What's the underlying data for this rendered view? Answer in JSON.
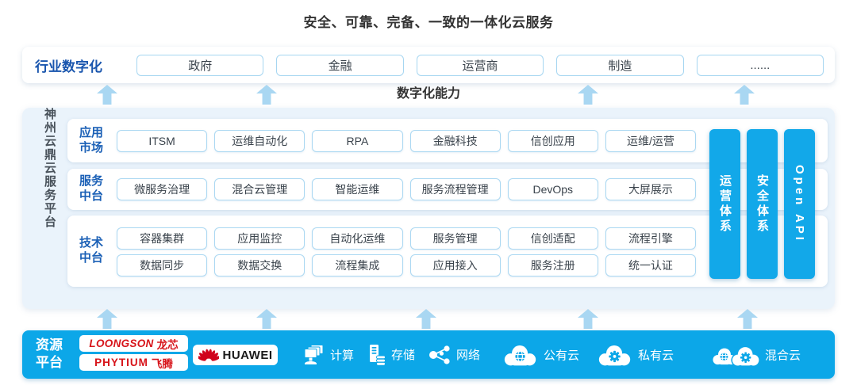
{
  "title": "安全、可靠、完备、一致的一体化云服务",
  "industry_row": {
    "label": "行业数字化",
    "items": [
      "政府",
      "金融",
      "运营商",
      "制造",
      "......"
    ]
  },
  "digital_capability_label": "数字化能力",
  "platform": {
    "side_label": "神州云鼎云服务平台",
    "rows": [
      {
        "label": "应用市场",
        "items": [
          "ITSM",
          "运维自动化",
          "RPA",
          "金融科技",
          "信创应用",
          "运维/运营"
        ]
      },
      {
        "label": "服务中台",
        "items": [
          "微服务治理",
          "混合云管理",
          "智能运维",
          "服务流程管理",
          "DevOps",
          "大屏展示"
        ]
      },
      {
        "label": "技术中台",
        "items_a": [
          "容器集群",
          "应用监控",
          "自动化运维",
          "服务管理",
          "信创适配",
          "流程引擎"
        ],
        "items_b": [
          "数据同步",
          "数据交换",
          "流程集成",
          "应用接入",
          "服务注册",
          "统一认证"
        ]
      }
    ],
    "vertical_bars": [
      "运营体系",
      "安全体系",
      "Open API"
    ]
  },
  "resource_bar": {
    "label": "资源平台",
    "vendors": [
      {
        "name": "Loongson",
        "brand": "LOONGSON",
        "suffix": "龙芯"
      },
      {
        "name": "Phytium",
        "brand": "PHYTIUM",
        "suffix": "飞腾"
      },
      {
        "name": "Huawei",
        "brand": "HUAWEI"
      }
    ],
    "resources": [
      {
        "icon": "compute-icon",
        "label": "计算"
      },
      {
        "icon": "storage-icon",
        "label": "存储"
      },
      {
        "icon": "network-icon",
        "label": "网络"
      },
      {
        "icon": "public-cloud-icon",
        "label": "公有云"
      },
      {
        "icon": "private-cloud-icon",
        "label": "私有云"
      },
      {
        "icon": "hybrid-cloud-icon",
        "label": "混合云"
      }
    ]
  },
  "colors": {
    "accent_blue": "#0CA7E8",
    "bar_blue": "#12A8E9",
    "arrow_blue": "#A9D7F2",
    "panel_bg": "#EAF3FB",
    "box_border": "#ABD8F2",
    "label_blue": "#1B60B6",
    "vendor_red": "#D7141A",
    "huawei_red": "#D0021B",
    "text_dark": "#333333"
  }
}
